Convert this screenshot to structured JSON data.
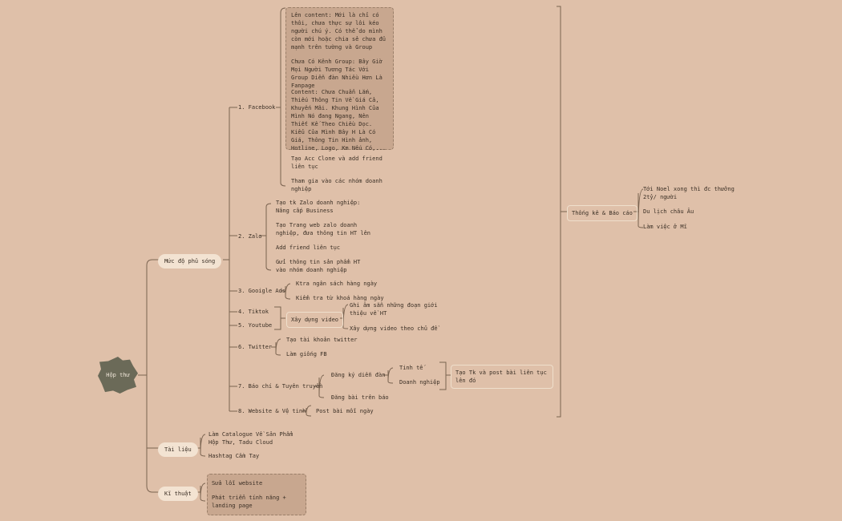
{
  "root": "Hộp thư",
  "branches": {
    "coverage": "Mức độ phủ sóng",
    "docs": "Tài liệu",
    "tech": "Kĩ thuật"
  },
  "facebook": {
    "label": "1. Facebook",
    "notes": [
      "Lên content: Mới là chỉ có thôi, chưa thực sự lôi kéo người chú ý. Có thể do mình còn mới hoặc chia sẻ chưa đủ mạnh trên tường và Group",
      "Chưa Có Kênh Group: Bây Giờ Mọi Người Tương Tác Với Group Diễn đàn Nhiều Hơn Là Fanpage",
      "Content: Chưa Chuẩn Lắm, Thiếu Thông Tin Về Giá Cả, Khuyến Mãi. Khung Hình Của Mình Nó đang Ngang, Nên Thiết Kế Theo Chiều Dọc. Kiểu Của Mình Bây H Là Có Giá, Thông Tin Hình ảnh, Hotline, Logo, Km Nếu Có,..."
    ],
    "items": [
      "Tạo Acc Clone và add friend liên tục",
      "Tham gia vào các nhóm doanh nghiệp"
    ]
  },
  "zalo": {
    "label": "2. Zalo",
    "items": [
      "Tạo tk Zalo doanh nghiệp: Nâng cấp Business",
      "Tạo Trang web zalo doanh nghiệp, đưa thông tin HT lên",
      "Add friend liên tục",
      "Gửi thông tin sản phẩm HT vào nhóm doanh nghiệp"
    ]
  },
  "google_ads": {
    "label": "3. Gooigle Ads",
    "items": [
      "Ktra ngân sách hàng ngày",
      "Kiểm tra từ khoá hàng ngày"
    ]
  },
  "tiktok": "4. Tiktok",
  "youtube": "5. Youtube",
  "video": {
    "label": "Xây dựng video",
    "items": [
      "Ghi âm sẵn những đoạn giới thiệu về HT",
      "Xây dựng video theo chủ đề"
    ]
  },
  "twitter": {
    "label": "6. Twitter",
    "items": [
      "Tạo tài khoản twitter",
      "Làm giống FB"
    ]
  },
  "press": {
    "label": "7. Báo chí & Tuyên truyền",
    "forum": "Đăng ký diễn đàn",
    "forum_items": [
      "Tinh tế",
      "Doanh nghiệp"
    ],
    "forum_summary": "Tạo Tk và post bài liên tục lên đó",
    "newspaper": "Đăng bài trên báo"
  },
  "website": {
    "label": "8. Website & Vệ tinh",
    "item": "Post bài mỗi ngày"
  },
  "report": {
    "label": "Thống kê & Báo cáo",
    "items": [
      "Tới Noel xong thì đc thưởng 2tỷ/ người",
      "Du lịch châu Âu",
      "Làm việc ở Mĩ"
    ]
  },
  "docs_items": [
    "Làm Catalogue Về Sản Phẩm Hộp Thư, Tadu Cloud",
    "Hashtag Cầm Tay"
  ],
  "tech_items": [
    "Sửa lỗi website",
    "Phát triển tính năng + landing page"
  ],
  "colors": {
    "background": "#dfc0a9",
    "line": "#7a6350",
    "pill": "#f3e3d2",
    "root": "#6b6a58",
    "note": "#c8a78f"
  }
}
